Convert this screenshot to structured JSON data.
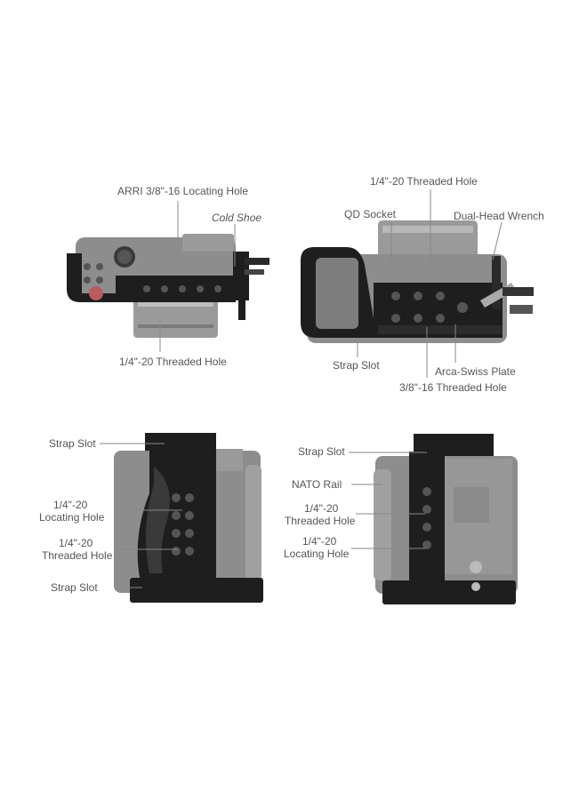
{
  "views": {
    "top_left": {
      "labels": {
        "arri_hole": "ARRI 3/8\"-16 Locating Hole",
        "cold_shoe": "Cold Shoe",
        "threaded_hole": "1/4\"-20 Threaded Hole"
      }
    },
    "top_right": {
      "labels": {
        "threaded_hole": "1/4\"-20 Threaded Hole",
        "qd_socket": "QD Socket",
        "dual_wrench": "Dual-Head Wrench",
        "strap_slot": "Strap Slot",
        "arca_plate": "Arca-Swiss Plate",
        "threaded_hole_38": "3/8\"-16 Threaded Hole"
      }
    },
    "bottom_left": {
      "labels": {
        "strap_slot_top": "Strap Slot",
        "locating_hole_a": "1/4\"-20",
        "locating_hole_b": "Locating Hole",
        "threaded_hole_a": "1/4\"-20",
        "threaded_hole_b": "Threaded Hole",
        "strap_slot_bottom": "Strap Slot"
      }
    },
    "bottom_right": {
      "labels": {
        "strap_slot": "Strap Slot",
        "nato_rail": "NATO Rail",
        "threaded_hole_a": "1/4\"-20",
        "threaded_hole_b": "Threaded Hole",
        "locating_hole_a": "1/4\"-20",
        "locating_hole_b": "Locating Hole"
      }
    }
  },
  "colors": {
    "camera_gray": "#8d8d8d",
    "camera_dark": "#6e6e6e",
    "cage_black": "#1e1e1e",
    "leader_line": "#888888",
    "label_text": "#555555"
  }
}
